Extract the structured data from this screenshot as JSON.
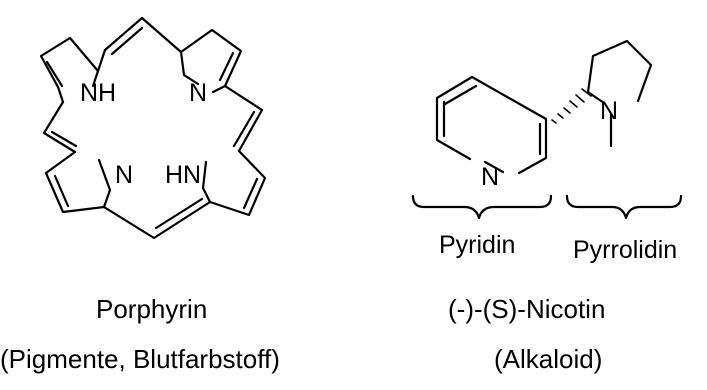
{
  "porphyrin": {
    "atoms": {
      "nh_top": "NH",
      "n_top": "N",
      "n_bottom": "N",
      "hn_bottom": "HN"
    },
    "name": "Porphyrin",
    "subtitle": "(Pigmente, Blutfarbstoff)"
  },
  "nicotine": {
    "atoms": {
      "n_pyrrolidine": "N",
      "n_pyridine": "N"
    },
    "fragment_labels": {
      "pyridine": "Pyridin",
      "pyrrolidine": "Pyrrolidin"
    },
    "name": "(-)-(S)-Nicotin",
    "subtitle": "(Alkaloid)"
  }
}
